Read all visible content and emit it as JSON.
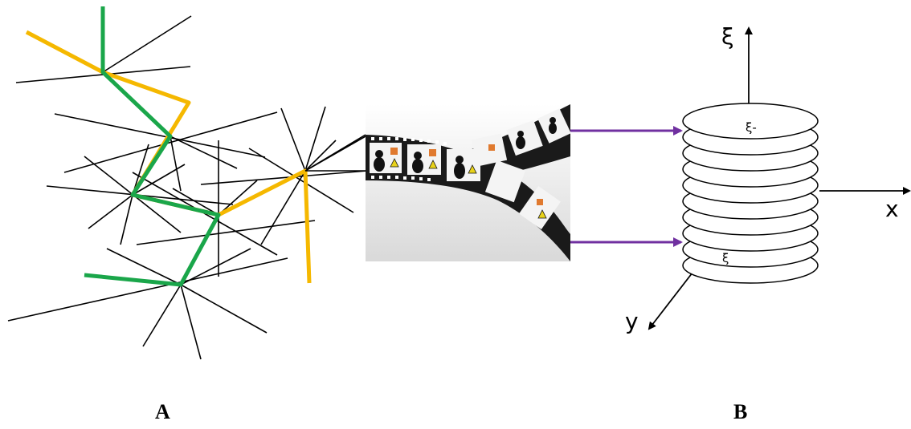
{
  "panels": {
    "left_label": "A",
    "right_label": "B"
  },
  "axes": {
    "vertical": "ξ",
    "horizontal": "x",
    "depth": "y"
  },
  "disc_labels": {
    "top": "ξ-",
    "bottom": "ξ"
  },
  "colors": {
    "network_edge": "#000000",
    "path_green": "#1aa64a",
    "path_yellow": "#f5b800",
    "arrow_purple": "#7030a0",
    "film_dark": "#1a1a1a"
  }
}
